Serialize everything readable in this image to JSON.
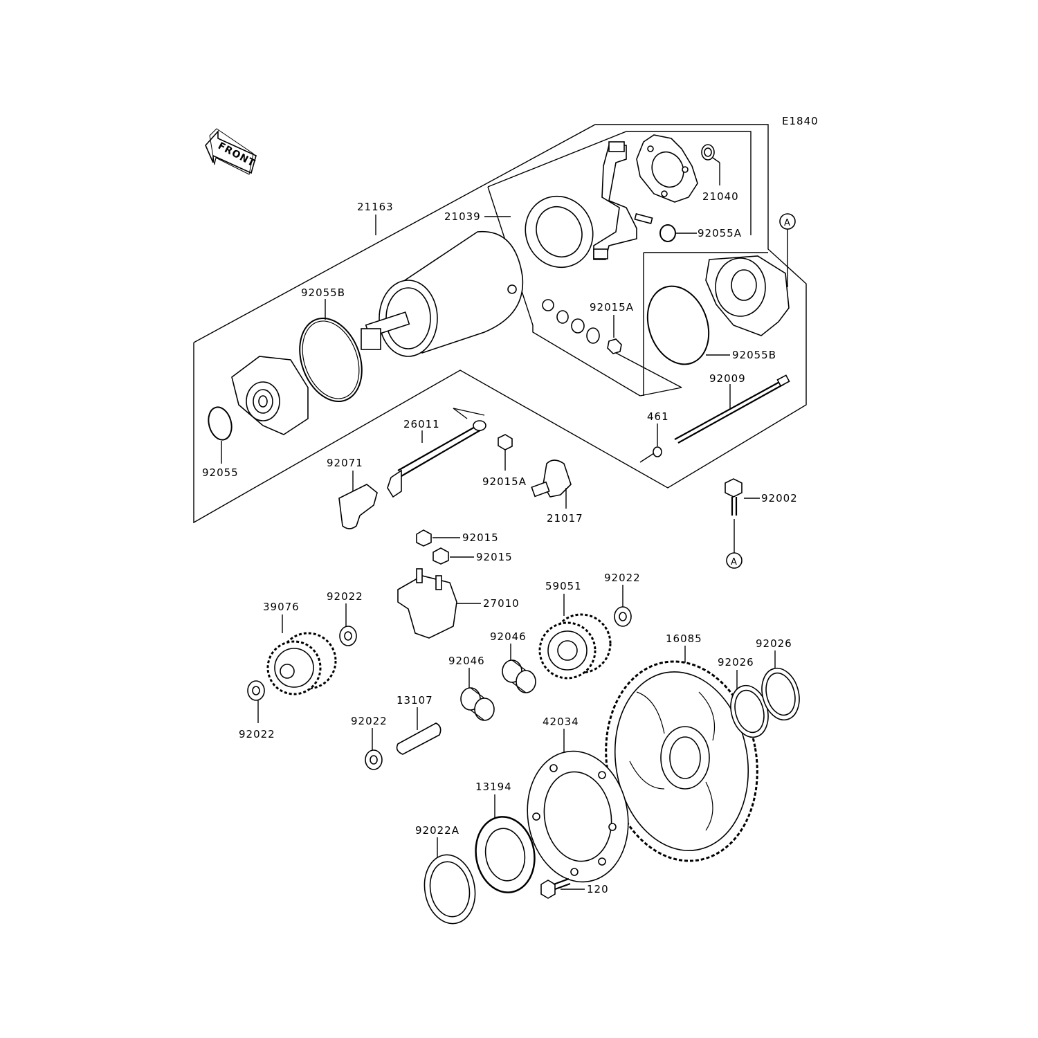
{
  "diagram": {
    "figure_code": "E1840",
    "front_label": "FRONT",
    "callout_a": "A",
    "labels": {
      "p21163": "21163",
      "p21039": "21039",
      "p21040": "21040",
      "p92055A": "92055A",
      "p92055B_left": "92055B",
      "p92055B_right": "92055B",
      "p92015A_upper": "92015A",
      "p92009": "92009",
      "p461": "461",
      "p26011": "26011",
      "p92015A_lower": "92015A",
      "p92071": "92071",
      "p92055": "92055",
      "p21017": "21017",
      "p92002": "92002",
      "p92015_a": "92015",
      "p92015_b": "92015",
      "p27010": "27010",
      "p39076": "39076",
      "p92022_a": "92022",
      "p92022_b": "92022",
      "p92022_c": "92022",
      "p92022_d": "92022",
      "p59051": "59051",
      "p92046_a": "92046",
      "p92046_b": "92046",
      "p13107": "13107",
      "p16085": "16085",
      "p92026_a": "92026",
      "p92026_b": "92026",
      "p42034": "42034",
      "p13194": "13194",
      "p92022A": "92022A",
      "p120": "120"
    }
  }
}
